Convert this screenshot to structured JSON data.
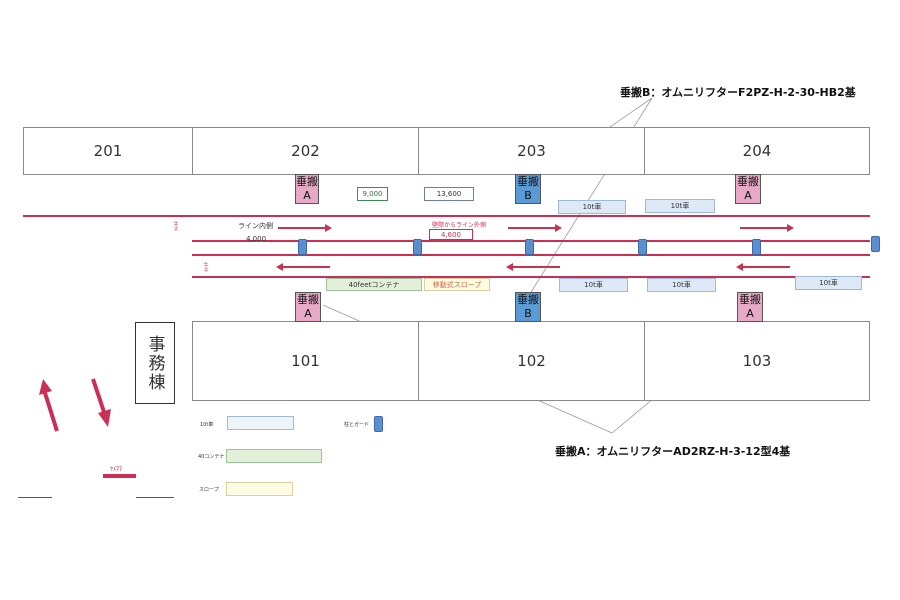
{
  "callouts": {
    "lift_b": "垂搬B：オムニリフターF2PZ-H-2-30-HB2基",
    "lift_a": "垂搬A：オムニリフターAD2RZ-H-3-12型4基"
  },
  "bays_top": [
    "201",
    "202",
    "203",
    "204"
  ],
  "bays_bottom": [
    "101",
    "102",
    "103"
  ],
  "office": "事務棟",
  "lifts": {
    "title": "垂搬",
    "a": "A",
    "b": "B"
  },
  "dimensions": {
    "d9000": "9,000",
    "d13600": "13,600",
    "d4000": "4,000",
    "d4600": "4,600"
  },
  "line_labels": {
    "inner": "ライン内側",
    "outer": "壁際からライン外側"
  },
  "trucks": "10t車",
  "container": "40feetコンテナ",
  "slope": "移動式スロープ",
  "side_marks": [
    "ｵｷﾅｷ",
    "ｵｷﾅｷ"
  ],
  "entrance_mark": "ﾔﾒﾏﾏ",
  "legend": {
    "truck": "10t車",
    "container": "40コンテナ",
    "slope": "スロープ",
    "post": "柱とガード"
  },
  "colors": {
    "lift_a": "#e8a9c6",
    "lift_b": "#5b9bd5",
    "lane": "#cc2f56",
    "truck_fill": "#dde9f6",
    "container_fill": "#e2efd9",
    "slope_fill": "#fdfbe4"
  }
}
